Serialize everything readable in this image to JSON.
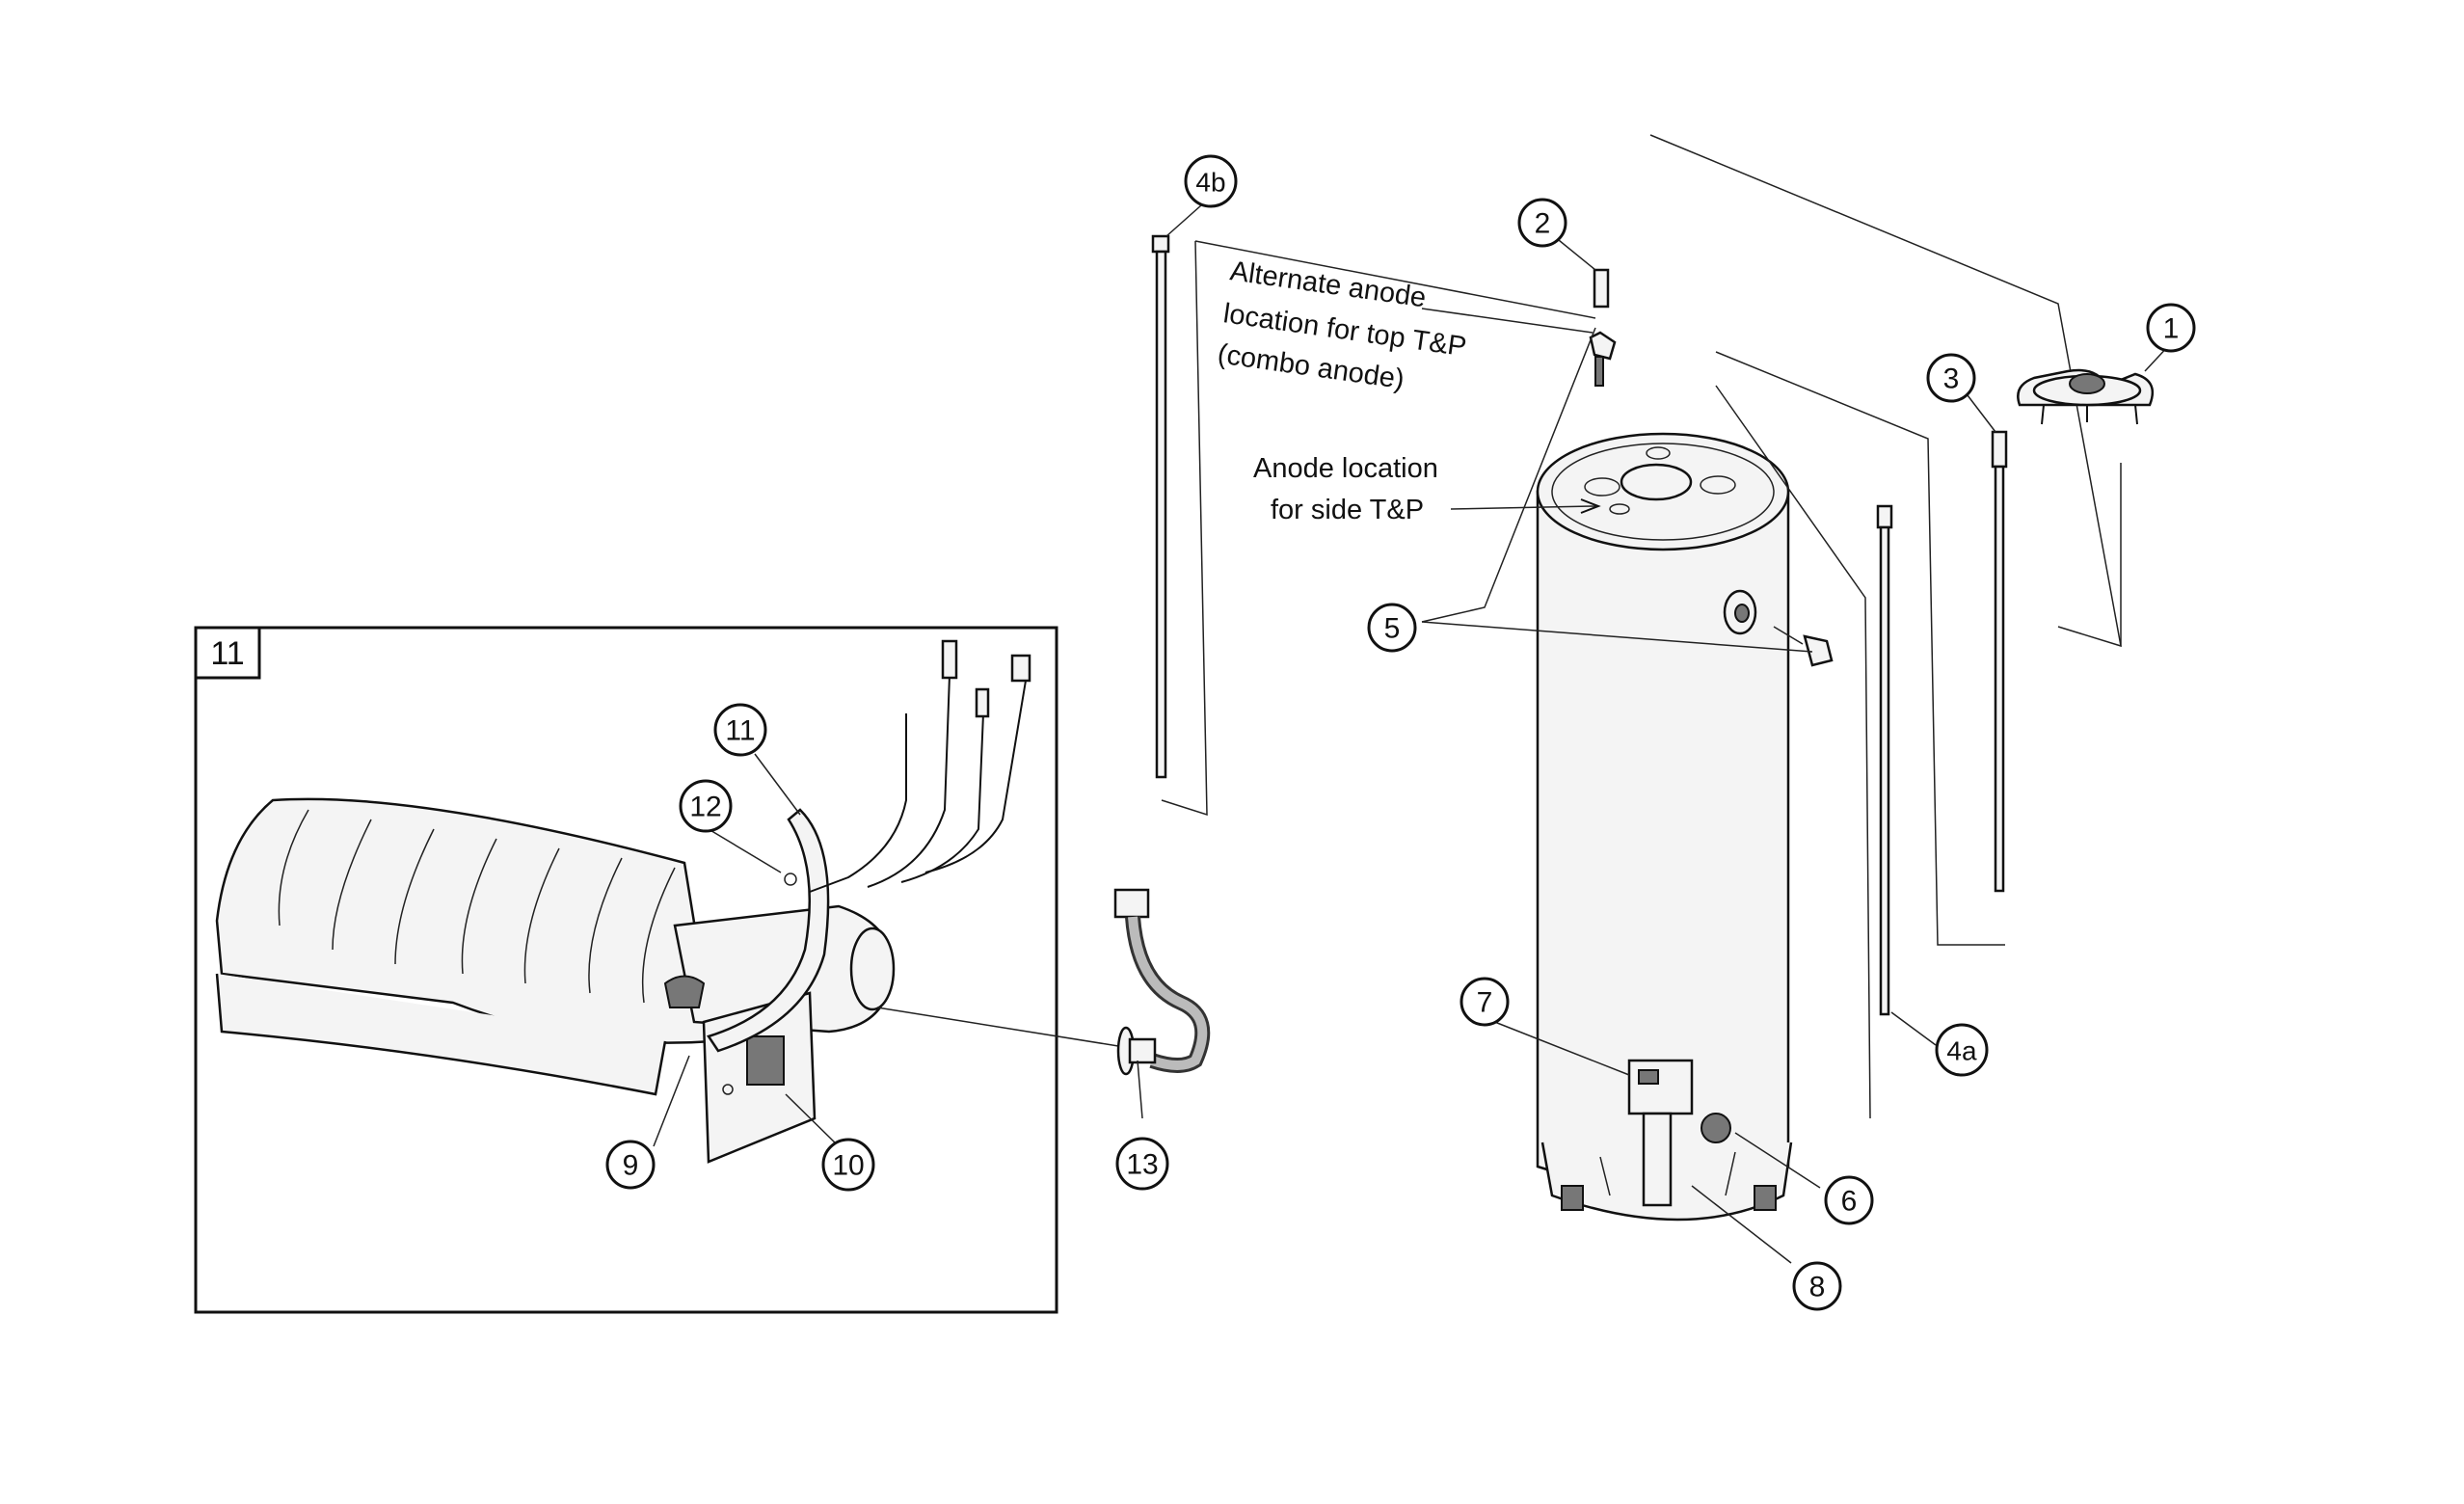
{
  "callouts": [
    "1",
    "2",
    "3",
    "4a",
    "4b",
    "5",
    "6",
    "7",
    "8",
    "9",
    "10",
    "11",
    "12",
    "13"
  ],
  "inset_label": "11",
  "notes": {
    "alternate_anode": [
      "Alternate anode",
      "location for top T&P",
      "(combo anode)"
    ],
    "anode_side": [
      "Anode location",
      "for side T&P"
    ]
  }
}
